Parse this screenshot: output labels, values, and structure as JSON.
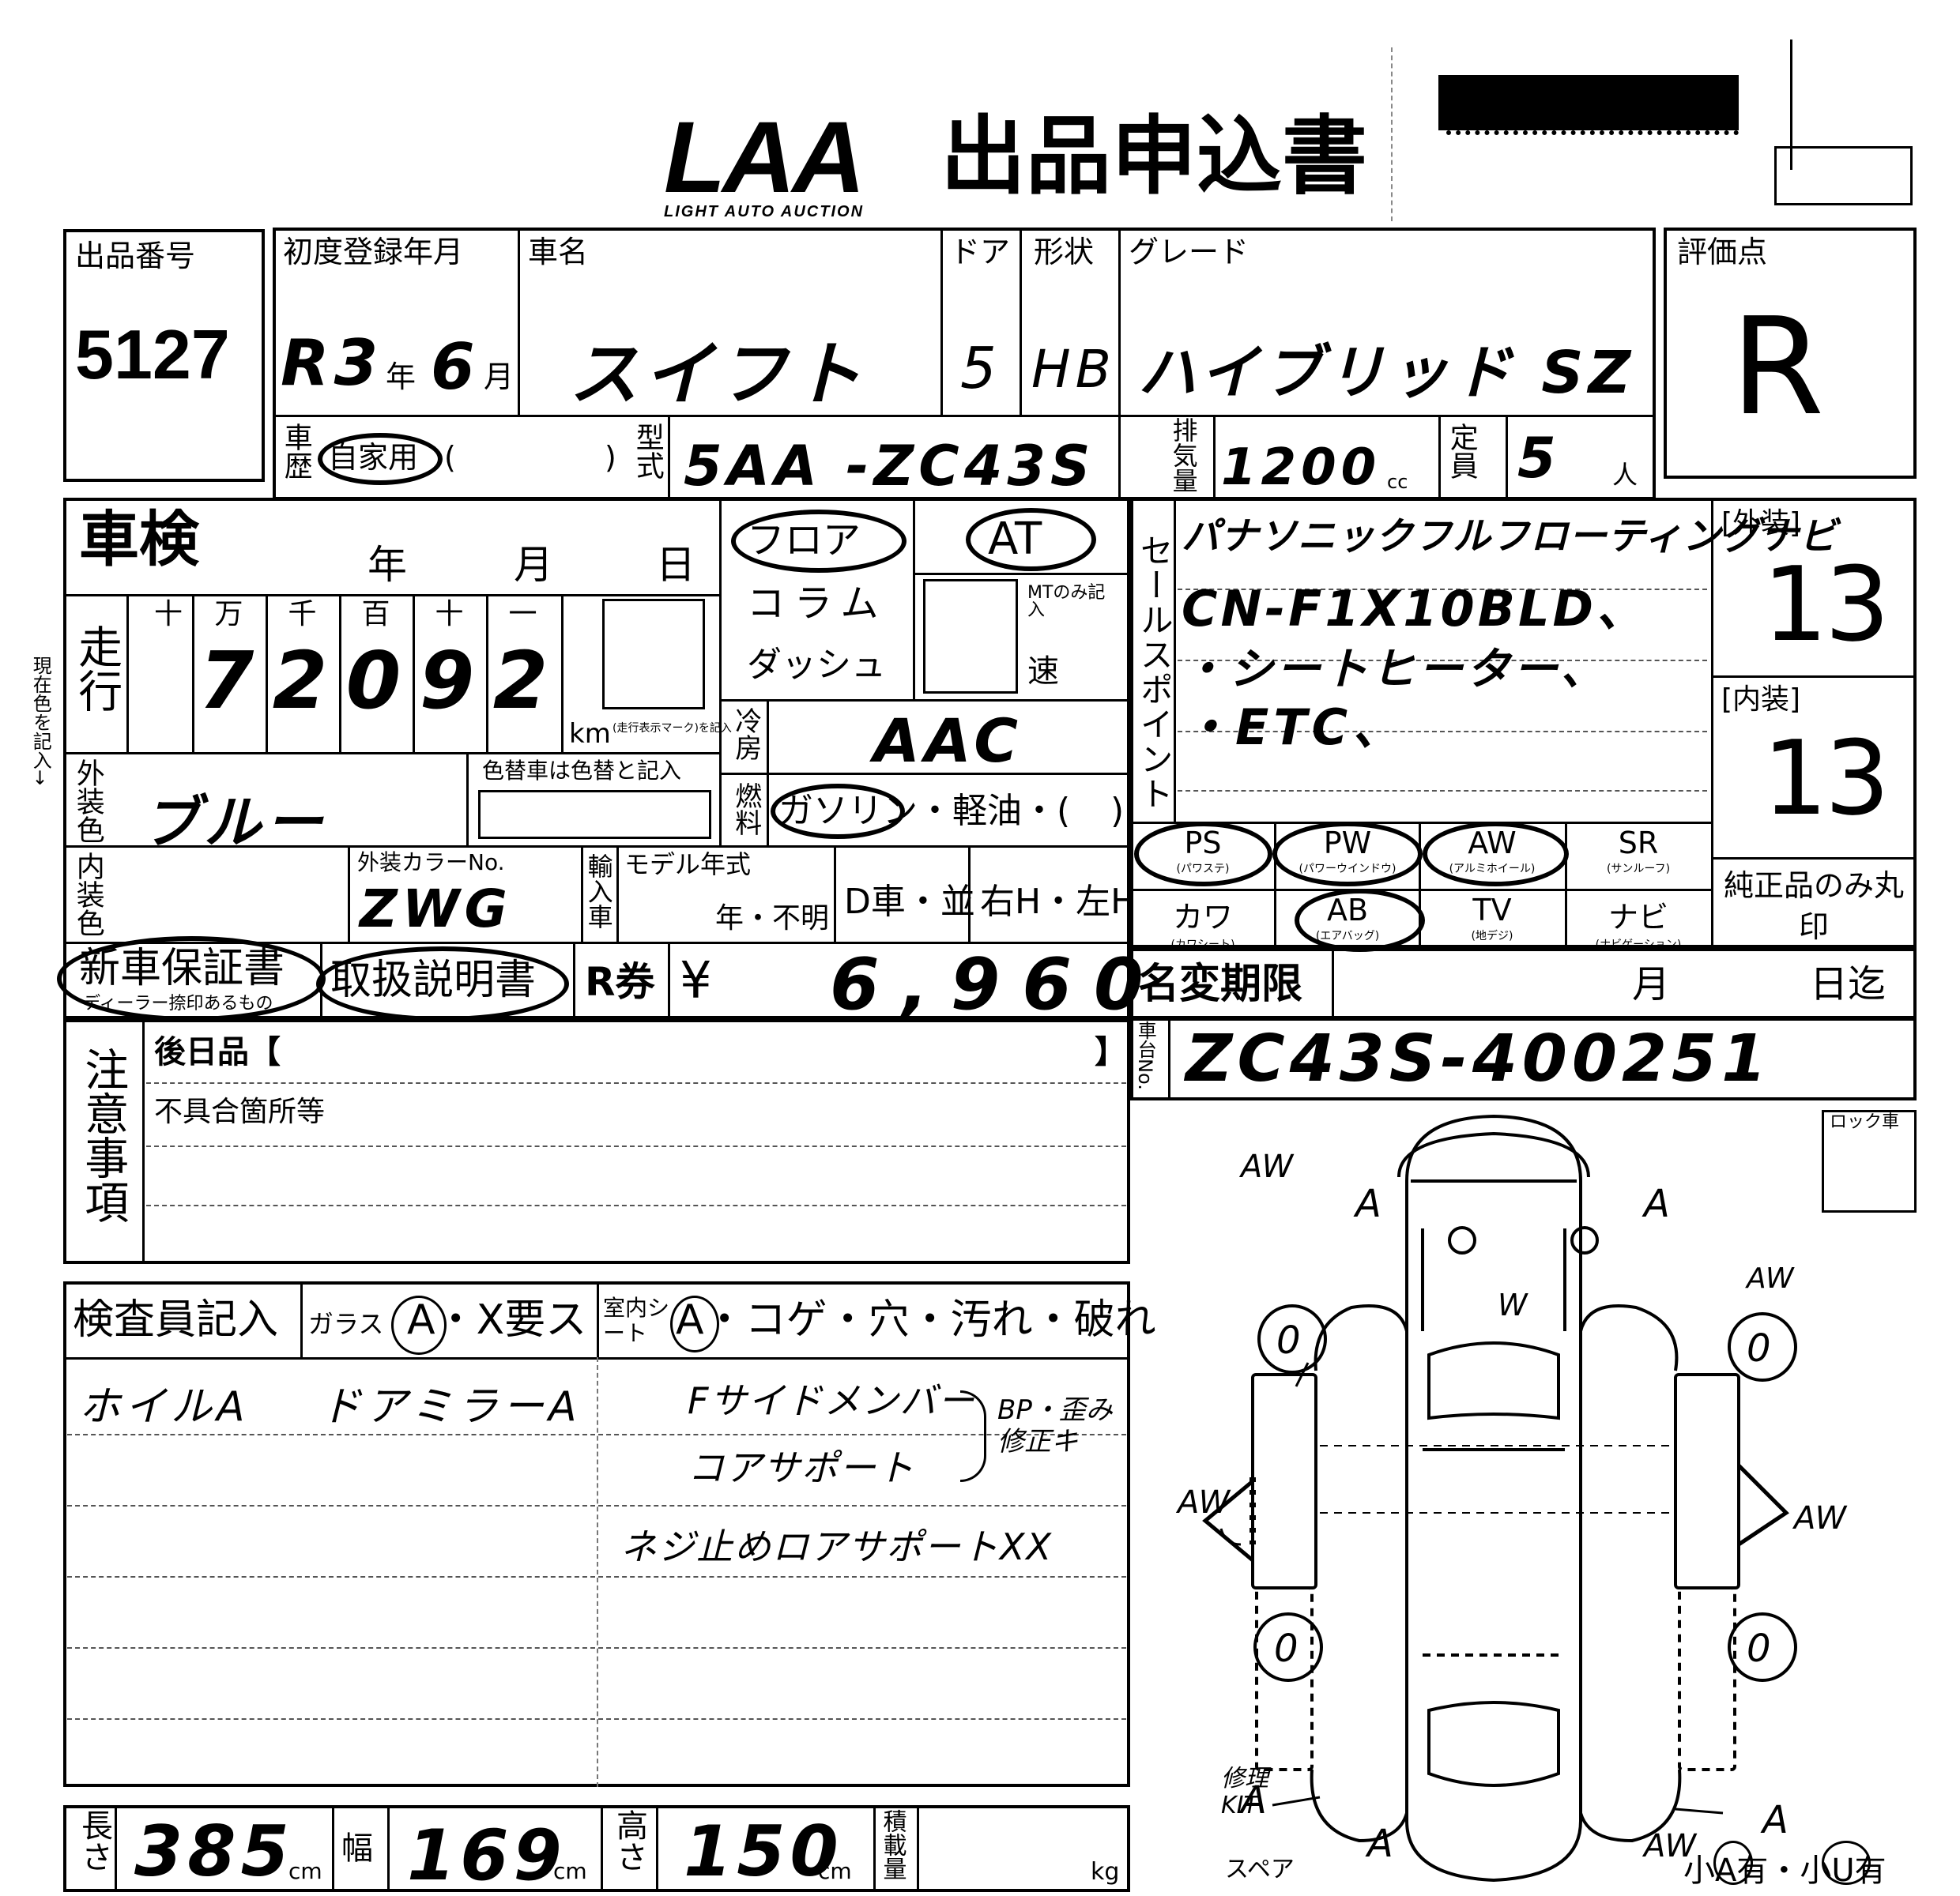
{
  "logo": {
    "text": "LAA",
    "sub": "LIGHT AUTO AUCTION"
  },
  "form_title": "出品申込書",
  "lot": {
    "label": "出品番号",
    "value": "5127"
  },
  "first_reg": {
    "label": "初度登録年月",
    "era": "R3",
    "year_unit": "年",
    "month": "6",
    "month_unit": "月"
  },
  "car_name": {
    "label": "車名",
    "value": "スイフト"
  },
  "door": {
    "label": "ドア",
    "value": "5"
  },
  "shape": {
    "label": "形状",
    "value": "HB"
  },
  "grade": {
    "label": "グレード",
    "value": "ハイブリッド SZ"
  },
  "score": {
    "label": "評価点",
    "value": "R"
  },
  "history": {
    "label": "車歴",
    "value": "自家用",
    "paren_open": "(",
    "paren_close": ")"
  },
  "model_code": {
    "label": "型式",
    "value": "5AA -ZC43S"
  },
  "displacement": {
    "label": "排気量",
    "value": "1200",
    "unit": "cc"
  },
  "capacity": {
    "label": "定員",
    "value": "5",
    "unit": "人"
  },
  "inspection": {
    "label": "車検",
    "year": "年",
    "month": "月",
    "day": "日"
  },
  "mileage": {
    "label": "走行",
    "digit_labels": [
      "十",
      "万",
      "千",
      "百",
      "十",
      "一"
    ],
    "digits": [
      "",
      "7",
      "2",
      "0",
      "9",
      "2"
    ],
    "unit": "km",
    "note": "(走行表示マーク)を記入"
  },
  "shift": {
    "options": [
      "フロア",
      "コラム",
      "ダッシュ"
    ],
    "trans": "AT",
    "mt_note": "MTのみ記入",
    "speed": "速"
  },
  "ac": {
    "label": "冷房",
    "value": "AAC"
  },
  "fuel": {
    "label": "燃料",
    "options": "ガソリン・軽油・(",
    "close": ")"
  },
  "ext_color": {
    "label": "外装色",
    "value": "ブルー",
    "repaint_note": "色替車は色替と記入"
  },
  "int_color": {
    "label": "内装色"
  },
  "color_no": {
    "label": "外装カラーNo.",
    "value": "ZWG"
  },
  "import": {
    "label": "輸入車"
  },
  "model_year": {
    "label": "モデル年式",
    "value": "年・不明"
  },
  "dealer": {
    "value": "D車・並"
  },
  "handle": {
    "value": "右H・左H"
  },
  "sales_points": {
    "label": "セールスポイント",
    "lines": [
      "パナソニックフルフローティングナビ",
      "CN-F1X10BLD、",
      "・シートヒーター、",
      "・ETC、"
    ]
  },
  "exterior": {
    "label": "[外装]",
    "value": "13"
  },
  "interior": {
    "label": "[内装]",
    "value": "13"
  },
  "equipment": [
    {
      "code": "PS",
      "sub": "(パワステ)"
    },
    {
      "code": "PW",
      "sub": "(パワーウインドウ)"
    },
    {
      "code": "AW",
      "sub": "(アルミホイール)"
    },
    {
      "code": "SR",
      "sub": "(サンルーフ)"
    },
    {
      "code": "カワ",
      "sub": "(カワシート)"
    },
    {
      "code": "AB",
      "sub": "(エアバッグ)"
    },
    {
      "code": "TV",
      "sub": "(地デジ)"
    },
    {
      "code": "ナビ",
      "sub": "(ナビゲーション)"
    }
  ],
  "genuine_note": "純正品のみ丸印",
  "warranty": {
    "label": "新車保証書",
    "sub": "ディーラー捺印あるもの"
  },
  "manual": {
    "label": "取扱説明書"
  },
  "recycle": {
    "label": "R券",
    "yen": "¥",
    "value": "6,960"
  },
  "name_change": {
    "label": "名変期限",
    "month": "月",
    "day": "日迄"
  },
  "chassis": {
    "label": "車台No.",
    "value": "ZC43S-400251"
  },
  "notes": {
    "label": "注意事項",
    "later": "後日品【",
    "later_close": "】",
    "defects": "不具合箇所等"
  },
  "lock": {
    "label": "ロック車"
  },
  "inspector": {
    "label": "検査員記入",
    "glass_label": "ガラス",
    "glass_options": "A・X要ス",
    "seat_label": "室内シート",
    "seat_options": "A・コゲ・穴・汚れ・破れ",
    "notes": [
      "ホイルA",
      "ドアミラーA",
      "Fサイドメンバー",
      "BP・歪み修正キ",
      "コアサポート",
      "ネジ止めロアサポートXX"
    ]
  },
  "dimensions": {
    "length_label": "長さ",
    "length": "385",
    "width_label": "幅",
    "width": "169",
    "height_label": "高さ",
    "height": "150",
    "unit_cm": "cm",
    "load_label": "積載量",
    "unit_kg": "kg"
  },
  "side_note": "現在色を記入→",
  "diagram": {
    "marks": [
      "A",
      "A",
      "A",
      "A",
      "A",
      "A",
      "A",
      "AW",
      "W",
      "AW",
      "AW",
      "AW",
      "0",
      "0",
      "0",
      "0"
    ],
    "repair_kit": "修理KIT",
    "spare_label": "スペア",
    "bottom_note": "小A有・小U有"
  }
}
